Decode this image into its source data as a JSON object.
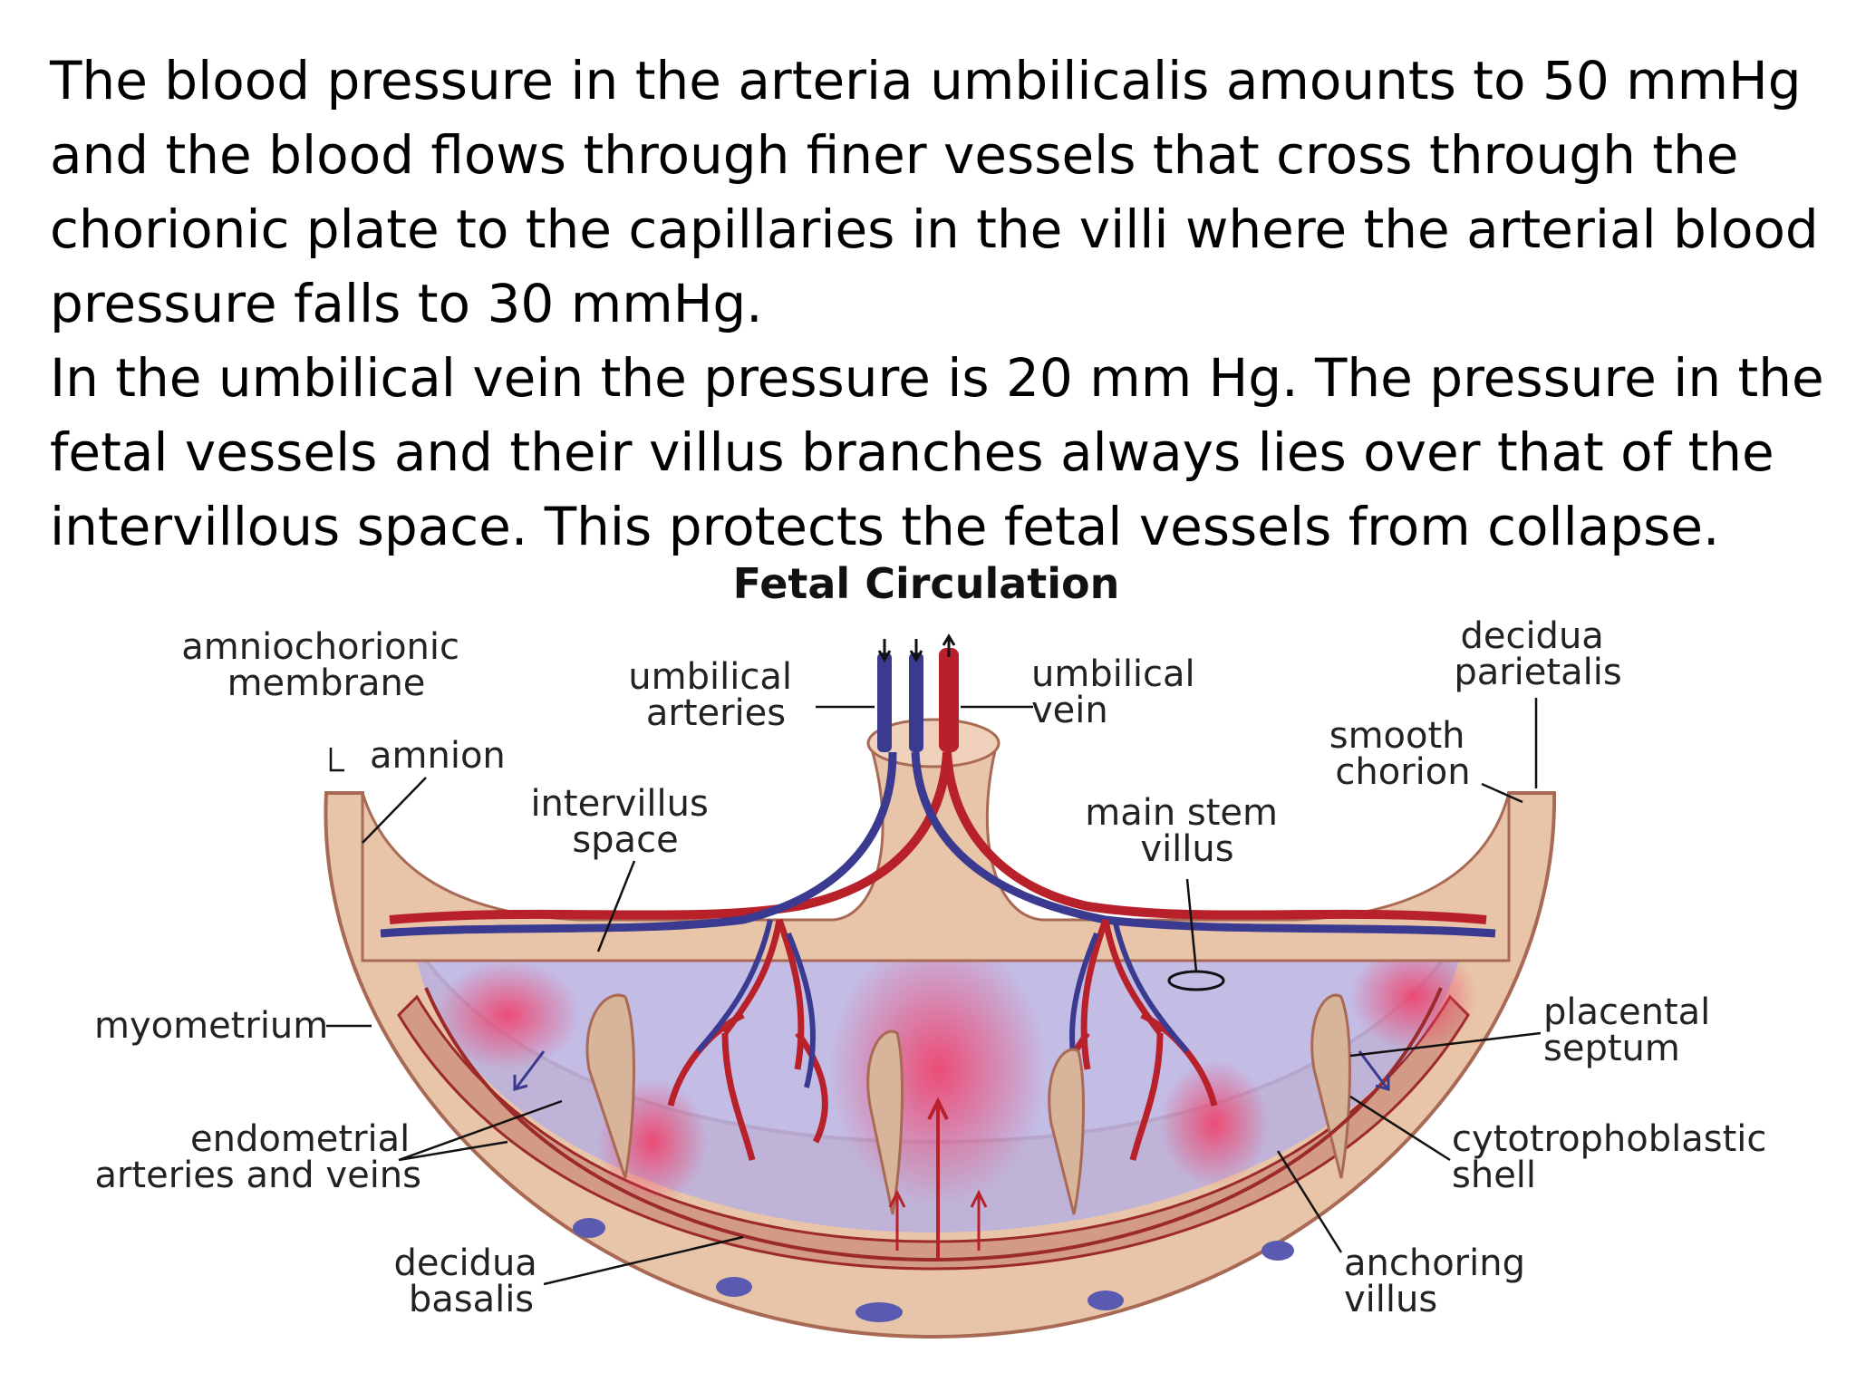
{
  "text": {
    "paragraph1": "The blood pressure in the arteria umbilicalis amounts to 50 mmHg\nand the blood flows through finer vessels that cross through the\nchorionic plate to the capillaries in the villi where the arterial blood\npressure falls to 30 mmHg.",
    "paragraph2": "In the umbilical vein the pressure is 20 mm Hg. The pressure in the\nfetal vessels and their villus branches always lies over that of the\nintervillous space. This protects the fetal vessels from collapse."
  },
  "diagram": {
    "title": "Fetal Circulation",
    "labels": {
      "amniochorionic_membrane": [
        "amniochorionic",
        "membrane"
      ],
      "amnion": "amnion",
      "umbilical_arteries": [
        "umbilical",
        "arteries"
      ],
      "umbilical_vein": [
        "umbilical",
        "vein"
      ],
      "decidua_parietalis": [
        "decidua",
        "parietalis"
      ],
      "smooth_chorion": [
        "smooth",
        "chorion"
      ],
      "intervillus_space": [
        "intervillus",
        "space"
      ],
      "main_stem_villus": [
        "main stem",
        "villus"
      ],
      "myometrium": "myometrium",
      "placental_septum": [
        "placental",
        "septum"
      ],
      "endometrial_arteries_veins": [
        "endometrial",
        "arteries and veins"
      ],
      "cytotrophoblastic_shell": [
        "cytotrophoblastic",
        "shell"
      ],
      "decidua_basalis": [
        "decidua",
        "basalis"
      ],
      "anchoring_villus": [
        "anchoring",
        "villus"
      ]
    }
  },
  "colors": {
    "tissue": "#e8c4a8",
    "tissue_dark": "#c98a70",
    "space": "#b8b0e0",
    "artery": "#b8202a",
    "vein": "#3a3a90",
    "septum": "#d8b49a"
  }
}
